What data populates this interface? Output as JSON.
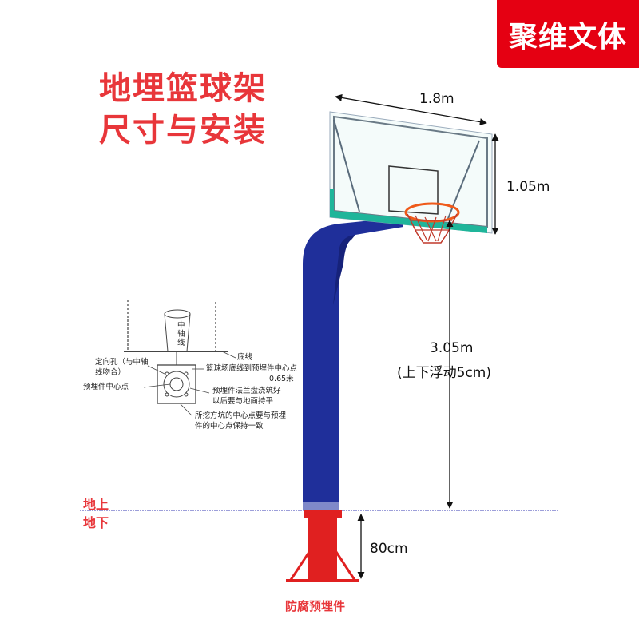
{
  "brand": {
    "label": "聚维文体",
    "color": "#e50012"
  },
  "title": {
    "line1": "地埋篮球架",
    "line2": "尺寸与安装",
    "color": "#e8363a"
  },
  "dimensions": {
    "backboard_width": "1.8m",
    "backboard_height": "1.05m",
    "rim_height": "3.05m",
    "rim_height_note": "(上下浮动5cm)",
    "embed_depth": "80cm"
  },
  "ground": {
    "above": "地上",
    "below": "地下"
  },
  "embedded_part": {
    "caption": "防腐预埋件"
  },
  "inset": {
    "axis_label": "中轴线",
    "bottom_line": "底线",
    "orient_hole_1": "定向孔（与中轴",
    "orient_hole_2": "线吻合）",
    "embed_center": "预埋件中心点",
    "court_to_center": "篮球场底线到预埋件中心点",
    "distance": "0.65米",
    "flange_1": "预埋件法兰盘浇筑好",
    "flange_2": "以后要与地面持平",
    "pit_1": "所挖方坑的中心点要与预埋",
    "pit_2": "件的中心点保持一致"
  },
  "colors": {
    "pole": "#1f2f9a",
    "base": "#e02020",
    "glass_frame": "#1fb59a",
    "rim": "#ef5a1a"
  }
}
